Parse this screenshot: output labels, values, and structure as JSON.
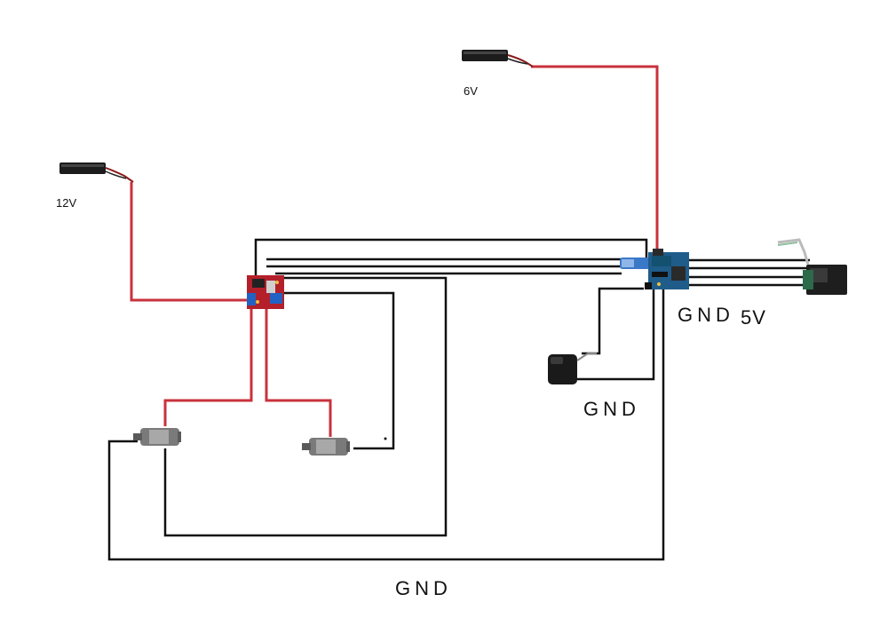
{
  "labels": {
    "battery_12v": "12V",
    "battery_6v": "6V",
    "gnd_arduino": "GND",
    "v5_arduino": "5V",
    "gnd_servo": "GND",
    "gnd_bottom": "GND"
  },
  "colors": {
    "power_wire": "#c8323c",
    "signal_wire": "#111111",
    "background": "#ffffff"
  },
  "components": {
    "battery_12v": "battery-pack",
    "battery_6v": "battery-pack",
    "motor_driver": "motor-driver-board",
    "arduino": "microcontroller-board",
    "servo": "servo-motor",
    "sensor_module": "sensor-module",
    "motor_left": "dc-gear-motor",
    "motor_right": "dc-gear-motor"
  }
}
